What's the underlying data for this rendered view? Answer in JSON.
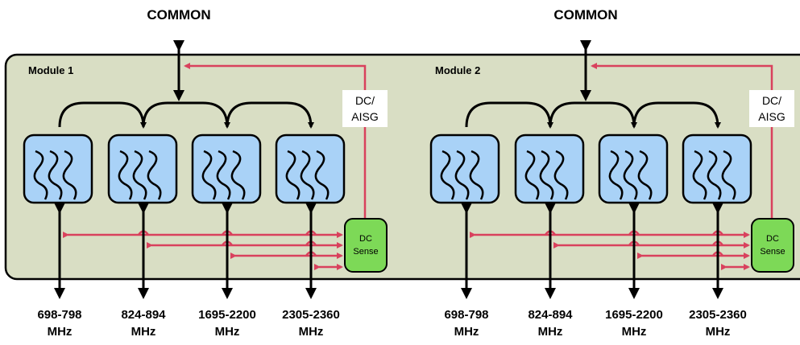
{
  "modules": [
    {
      "name": "Module 1",
      "common_label": "COMMON",
      "dc_aisg_label": [
        "DC/",
        "AISG"
      ],
      "dc_sense_label": [
        "DC",
        "Sense"
      ],
      "ports": [
        {
          "freq": "698-798",
          "unit": "MHz"
        },
        {
          "freq": "824-894",
          "unit": "MHz"
        },
        {
          "freq": "1695-2200",
          "unit": "MHz"
        },
        {
          "freq": "2305-2360",
          "unit": "MHz"
        }
      ]
    },
    {
      "name": "Module 2",
      "common_label": "COMMON",
      "dc_aisg_label": [
        "DC/",
        "AISG"
      ],
      "dc_sense_label": [
        "DC",
        "Sense"
      ],
      "ports": [
        {
          "freq": "698-798",
          "unit": "MHz"
        },
        {
          "freq": "824-894",
          "unit": "MHz"
        },
        {
          "freq": "1695-2200",
          "unit": "MHz"
        },
        {
          "freq": "2305-2360",
          "unit": "MHz"
        }
      ]
    }
  ],
  "colors": {
    "panel": "#d9dec4",
    "filter": "#a9d2f7",
    "dc_sense": "#7dd957",
    "signal": "#000000",
    "dc_path": "#d9415d"
  },
  "icons": {
    "filter": "filter-icon",
    "arrow": "bidirectional-arrow-icon"
  }
}
